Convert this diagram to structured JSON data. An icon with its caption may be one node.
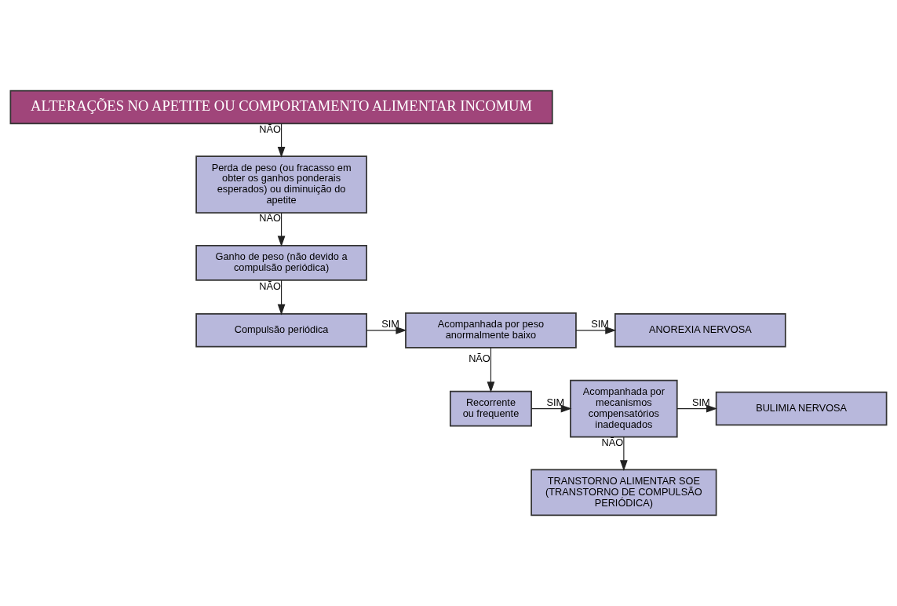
{
  "diagram": {
    "nodes": [
      {
        "text": [
          "ALTERAÇÕES NO APETITE OU COMPORTAMENTO ALIMENTAR INCOMUM"
        ]
      },
      {
        "text": [
          "Perda de peso (ou fracasso em obter os ganhos ponderais esperados) ou diminuição do apetite"
        ]
      },
      {
        "text": [
          "Ganho de peso (não devido a compulsão periódica)"
        ]
      },
      {
        "text": [
          "Compulsão periódica"
        ]
      },
      {
        "text": [
          "Acompanhada por peso anormalmente baixo"
        ]
      },
      {
        "text": [
          "ANOREXIA NERVOSA"
        ]
      },
      {
        "text": [
          "Recorrente ou frequente"
        ]
      },
      {
        "text": [
          "Acompanhada por mecanismos compensatórios inadequados"
        ]
      },
      {
        "text": [
          "BULIMIA NERVOSA"
        ]
      },
      {
        "text": [
          "TRANSTORNO ALIMENTAR SOE (TRANSTORNO DE COMPULSÃO PERIÓDICA)"
        ]
      }
    ],
    "edges": [
      {
        "from": 0,
        "to": 1,
        "arrow": "to",
        "label": "NÃO"
      },
      {
        "from": 1,
        "to": 2,
        "arrow": "to",
        "label": "NÃO"
      },
      {
        "from": 2,
        "to": 3,
        "arrow": "to",
        "label": "NÃO"
      },
      {
        "from": 3,
        "to": 4,
        "arrow": "to",
        "label": "SIM"
      },
      {
        "from": 4,
        "to": 5,
        "arrow": "to",
        "label": "SIM"
      },
      {
        "from": 4,
        "to": 6,
        "arrow": "to",
        "label": "NÃO"
      },
      {
        "from": 6,
        "to": 7,
        "arrow": "to",
        "label": "SIM"
      },
      {
        "from": 7,
        "to": 8,
        "arrow": "to",
        "label": "SIM"
      },
      {
        "from": 7,
        "to": 9,
        "arrow": "to",
        "label": "NÃO"
      }
    ]
  }
}
